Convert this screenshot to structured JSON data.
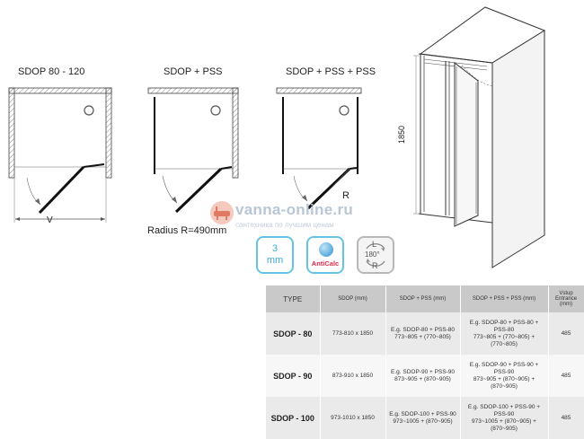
{
  "diagrams": {
    "plan_1_title": "SDOP 80 - 120",
    "plan_2_title": "SDOP + PSS",
    "plan_3_title": "SDOP + PSS + PSS",
    "width_label": "V",
    "radius_label": "Radius  R=490mm",
    "r_label": "R",
    "height_label": "1850"
  },
  "watermark": {
    "site": "vanna-online.ru",
    "tagline": "сантехника по лучшим ценам"
  },
  "badges": {
    "thickness_value": "3",
    "thickness_unit": "mm",
    "anticalc": "AntiCalc",
    "reverse_left": "L",
    "reverse_angle": "180°",
    "reverse_right": "R"
  },
  "table": {
    "headers": [
      "TYPE",
      "SDOP (mm)",
      "SDOP + PSS (mm)",
      "SDOP + PSS + PSS (mm)",
      "Vstup Entrance (mm)"
    ],
    "rows": [
      {
        "type": "SDOP - 80",
        "sdop": "773-810 x 1850",
        "pss_1": "E.g. SDOP-80 + PSS-80",
        "pss_2": "773~805 + (770~805)",
        "pss_pss_1": "E.g. SDOP-80 + PSS-80 + PSS-80",
        "pss_pss_2": "773~805 + (770~805) + (770~805)",
        "entrance": "485"
      },
      {
        "type": "SDOP - 90",
        "sdop": "873-910 x 1850",
        "pss_1": "E.g. SDOP-90 + PSS-90",
        "pss_2": "873~905 + (870~905)",
        "pss_pss_1": "E.g. SDOP-90 + PSS-90 + PSS-90",
        "pss_pss_2": "873~905 + (870~905) + (870~905)",
        "entrance": "485"
      },
      {
        "type": "SDOP - 100",
        "sdop": "973-1010 x 1850",
        "pss_1": "E.g. SDOP-100 + PSS-90",
        "pss_2": "973~1005 + (870~905)",
        "pss_pss_1": "E.g. SDOP-100 + PSS-90 + PSS-90",
        "pss_pss_2": "973~1005 + (870~905) + (870~905)",
        "entrance": "485"
      }
    ]
  }
}
